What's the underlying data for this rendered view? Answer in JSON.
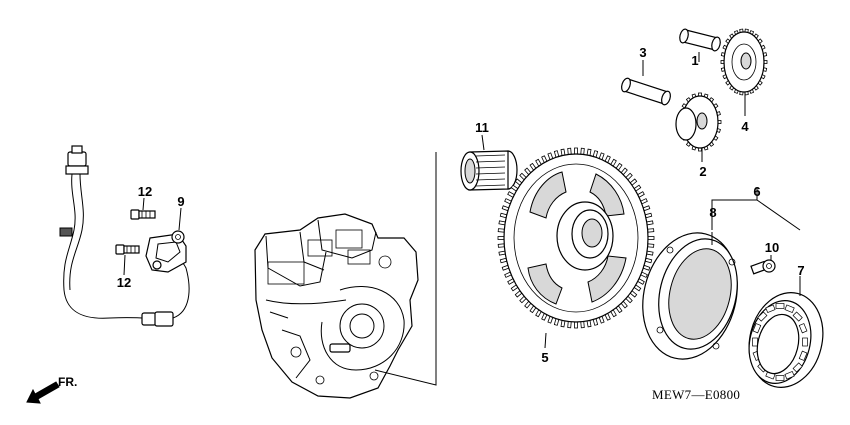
{
  "callouts": {
    "c1": "1",
    "c2": "2",
    "c3": "3",
    "c4": "4",
    "c5": "5",
    "c6": "6",
    "c7": "7",
    "c8": "8",
    "c9": "9",
    "c10": "10",
    "c11": "11",
    "c12a": "12",
    "c12b": "12"
  },
  "front_marker": {
    "label": "FR."
  },
  "diagram_code": "MEW7—E0800"
}
